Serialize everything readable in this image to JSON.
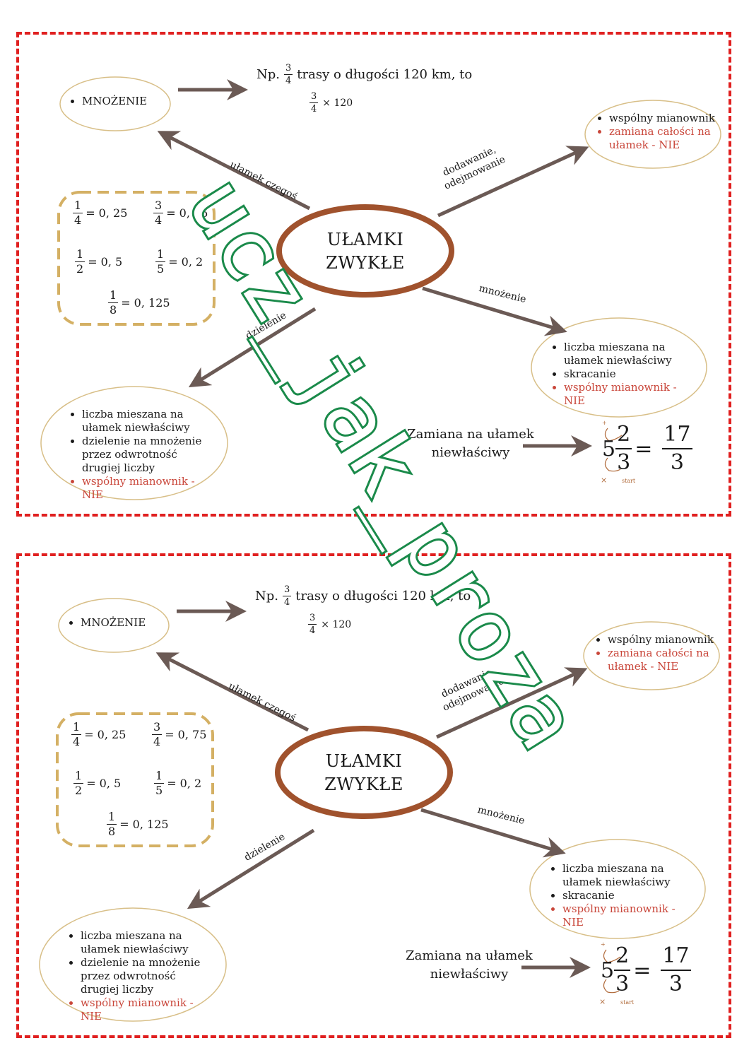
{
  "cards": [
    {
      "center_title_line1": "UŁAMKI",
      "center_title_line2": "ZWYKŁE",
      "mult_bubble": "MNOŻENIE",
      "example": {
        "prefix": "Np.",
        "frac_num": "3",
        "frac_den": "4",
        "suffix": "trasy o długości 120 km, to",
        "times_num": "3",
        "times_den": "4",
        "times_rest": "× 120"
      },
      "edges": {
        "ulamek_czegos": "ułamek czegoś",
        "dodawanie": "dodawanie,",
        "odejmowanie": "odejmowanie",
        "mnozenie": "mnożenie",
        "dzielenie": "dzielenie"
      },
      "add_bubble": {
        "items": [
          "wspólny mianownik"
        ],
        "red_items": [
          "zamiana całości na ułamek - NIE"
        ]
      },
      "mul_bubble": {
        "items": [
          "liczba mieszana na ułamek niewłaściwy",
          "skracanie"
        ],
        "red_items": [
          "wspólny mianownik - NIE"
        ]
      },
      "div_bubble": {
        "items": [
          "liczba mieszana na ułamek niewłaściwy",
          "dzielenie na mnożenie przez odwrotność drugiej liczby"
        ],
        "red_items": [
          "wspólny mianownik - NIE"
        ]
      },
      "decimals": [
        {
          "num": "1",
          "den": "4",
          "val": "= 0, 25"
        },
        {
          "num": "3",
          "den": "4",
          "val": "= 0, 75"
        },
        {
          "num": "1",
          "den": "2",
          "val": "= 0, 5"
        },
        {
          "num": "1",
          "den": "5",
          "val": "= 0, 2"
        },
        {
          "num": "1",
          "den": "8",
          "val": "= 0, 125"
        }
      ],
      "conversion": {
        "label_line1": "Zamiana na ułamek",
        "label_line2": "niewłaściwy",
        "whole": "5",
        "num": "2",
        "den": "3",
        "eq": "=",
        "res_num": "17",
        "res_den": "3",
        "plus": "+",
        "times": "×",
        "start": "start"
      }
    },
    {
      "center_title_line1": "UŁAMKI",
      "center_title_line2": "ZWYKŁE",
      "mult_bubble": "MNOŻENIE",
      "example": {
        "prefix": "Np.",
        "frac_num": "3",
        "frac_den": "4",
        "suffix": "trasy o długości 120 km, to",
        "times_num": "3",
        "times_den": "4",
        "times_rest": "× 120"
      },
      "edges": {
        "ulamek_czegos": "ułamek czegoś",
        "dodawanie": "dodawanie,",
        "odejmowanie": "odejmowanie",
        "mnozenie": "mnożenie",
        "dzielenie": "dzielenie"
      },
      "add_bubble": {
        "items": [
          "wspólny mianownik"
        ],
        "red_items": [
          "zamiana całości na ułamek - NIE"
        ]
      },
      "mul_bubble": {
        "items": [
          "liczba mieszana na ułamek niewłaściwy",
          "skracanie"
        ],
        "red_items": [
          "wspólny mianownik - NIE"
        ]
      },
      "div_bubble": {
        "items": [
          "liczba mieszana na ułamek niewłaściwy",
          "dzielenie na mnożenie przez odwrotność drugiej liczby"
        ],
        "red_items": [
          "wspólny mianownik - NIE"
        ]
      },
      "decimals": [
        {
          "num": "1",
          "den": "4",
          "val": "= 0, 25"
        },
        {
          "num": "3",
          "den": "4",
          "val": "= 0, 75"
        },
        {
          "num": "1",
          "den": "2",
          "val": "= 0, 5"
        },
        {
          "num": "1",
          "den": "5",
          "val": "= 0, 2"
        },
        {
          "num": "1",
          "den": "8",
          "val": "= 0, 125"
        }
      ],
      "conversion": {
        "label_line1": "Zamiana na ułamek",
        "label_line2": "niewłaściwy",
        "whole": "5",
        "num": "2",
        "den": "3",
        "eq": "=",
        "res_num": "17",
        "res_den": "3",
        "plus": "+",
        "times": "×",
        "start": "start"
      }
    }
  ],
  "watermark": "ucz_jak_proza",
  "colors": {
    "frame": "#e02020",
    "arrow": "#6b5a55",
    "center_ring": "#a0522d",
    "bubble_outline": "#d8bf88",
    "decimal_box": "#d4b064",
    "red_text": "#c9463a",
    "watermark": "#1a8a4a"
  }
}
